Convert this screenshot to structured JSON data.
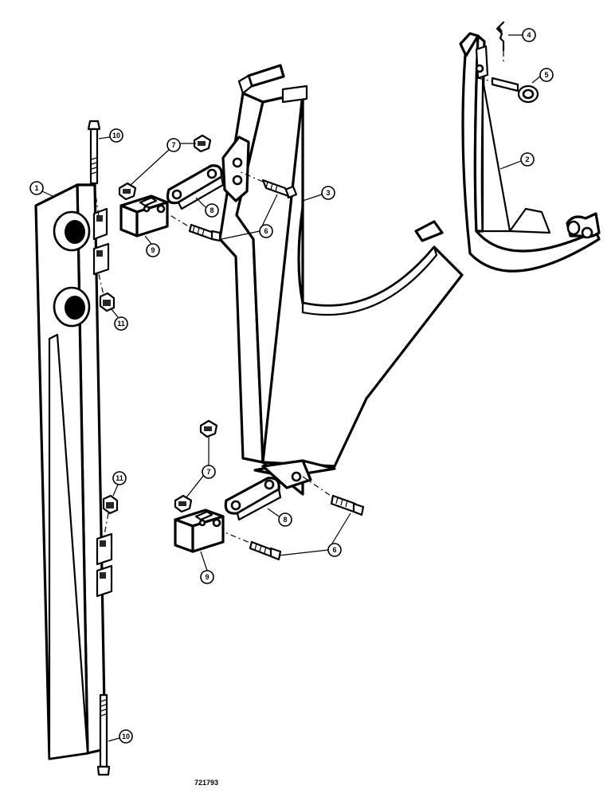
{
  "figure_number": "721793",
  "callouts": {
    "c1": "1",
    "c2": "2",
    "c3": "3",
    "c4": "4",
    "c5": "5",
    "c6a": "6",
    "c6b": "6",
    "c7a": "7",
    "c7b": "7",
    "c8a": "8",
    "c8b": "8",
    "c9a": "9",
    "c9b": "9",
    "c10a": "10",
    "c10b": "10",
    "c11a": "11",
    "c11b": "11"
  }
}
